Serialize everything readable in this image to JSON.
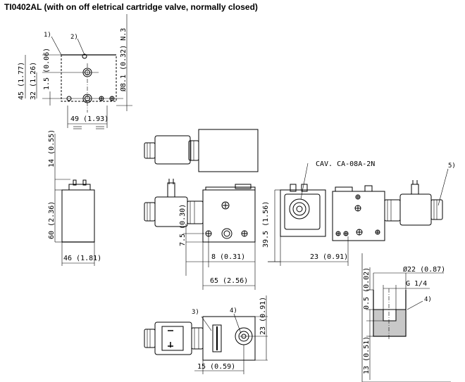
{
  "title": "TI0402AL (with on off eletrical cartridge valve, normally closed)",
  "top_view": {
    "callout_1": "1)",
    "callout_2": "2)",
    "dim_45": "45 (1.77)",
    "dim_32": "32 (1.26)",
    "dim_15": "1.5 (0.06)",
    "dim_8": "Ø8.1 (0.32) N.3",
    "dim_49": "49 (1.93)"
  },
  "side_view": {
    "dim_14": "14 (0.55)",
    "dim_60": "60 (2.36)",
    "dim_46": "46 (1.81)"
  },
  "front_view": {
    "cav_label": "CAV. CA-08A-2N",
    "callout_5": "5)",
    "dim_395": "39.5 (1.56)",
    "dim_75": "7.5 (0.30)",
    "dim_8b": "8 (0.31)",
    "dim_65": "65 (2.56)",
    "dim_23": "23 (0.91)"
  },
  "port_detail": {
    "dim_22": "Ø22 (0.87)",
    "dim_05": "0.5 (0.02)",
    "thread": "G 1/4",
    "callout_4": "4)",
    "dim_13": "13 (0.51)"
  },
  "bottom_view": {
    "callout_3": "3)",
    "callout_4": "4)",
    "dim_23b": "23 (0.91)",
    "dim_15b": "15 (0.59)"
  }
}
